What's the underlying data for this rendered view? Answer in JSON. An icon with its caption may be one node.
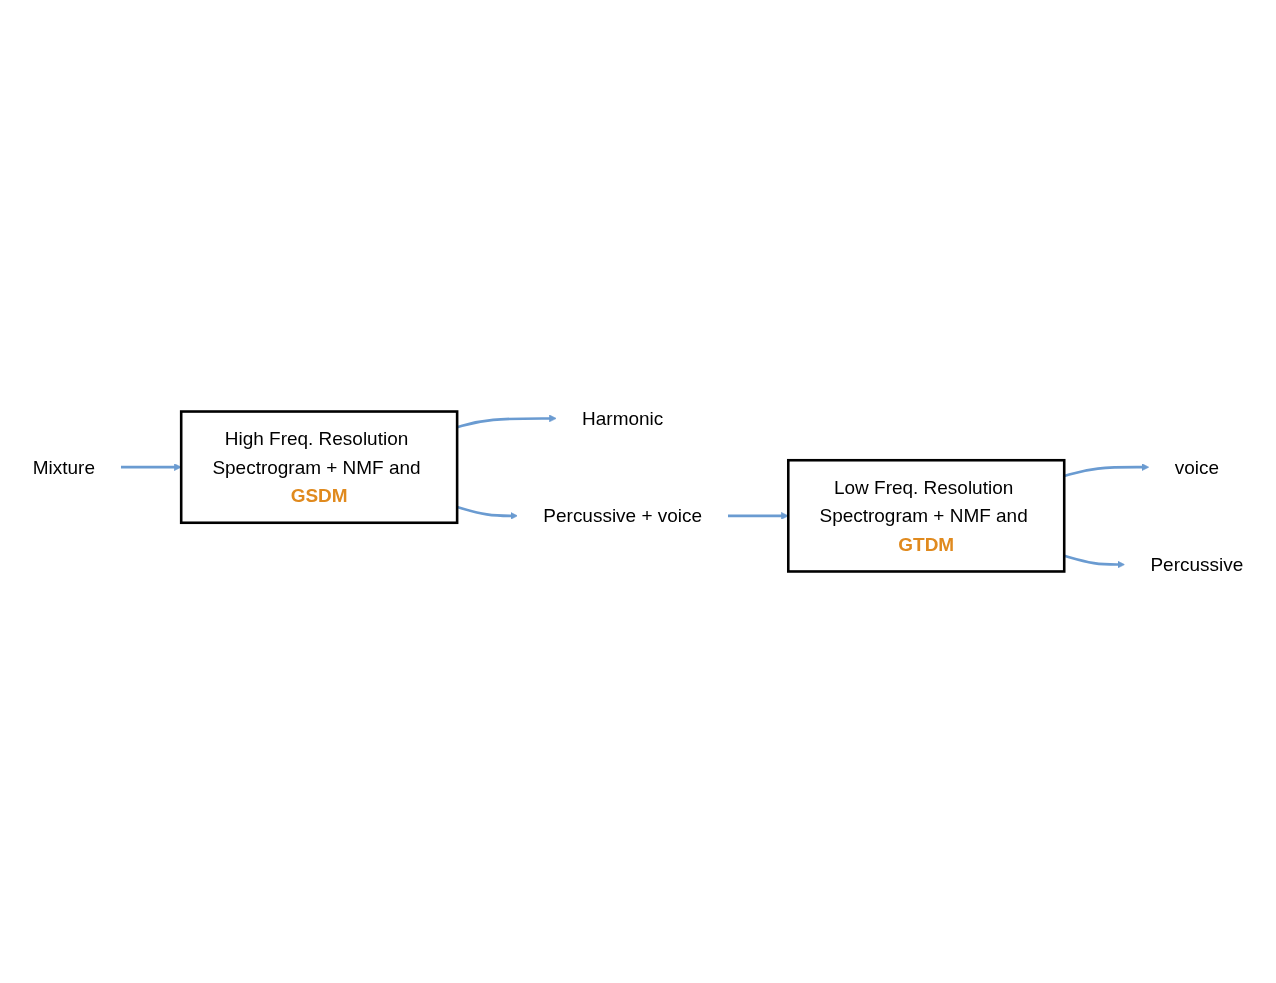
{
  "diagram": {
    "nodes": [
      {
        "text": [
          "Mixture"
        ]
      },
      {
        "text": [
          "High Freq. Resolution Spectrogram + NMF and **GSDM**"
        ]
      },
      {
        "text": [
          "Harmonic"
        ]
      },
      {
        "text": [
          "Percussive + voice"
        ]
      },
      {
        "text": [
          "Low Freq. Resolution Spectrogram + NMF and **GTDM**"
        ]
      },
      {
        "text": [
          "voice"
        ]
      },
      {
        "text": [
          "Percussive"
        ]
      }
    ],
    "edges": [
      {
        "from": 0,
        "to": 1,
        "arrow": "to"
      },
      {
        "from": 1,
        "to": 2,
        "arrow": "to"
      },
      {
        "from": 1,
        "to": 3,
        "arrow": "to"
      },
      {
        "from": 3,
        "to": 4,
        "arrow": "to"
      },
      {
        "from": 4,
        "to": 5,
        "arrow": "to"
      },
      {
        "from": 4,
        "to": 6,
        "arrow": "to"
      }
    ]
  }
}
